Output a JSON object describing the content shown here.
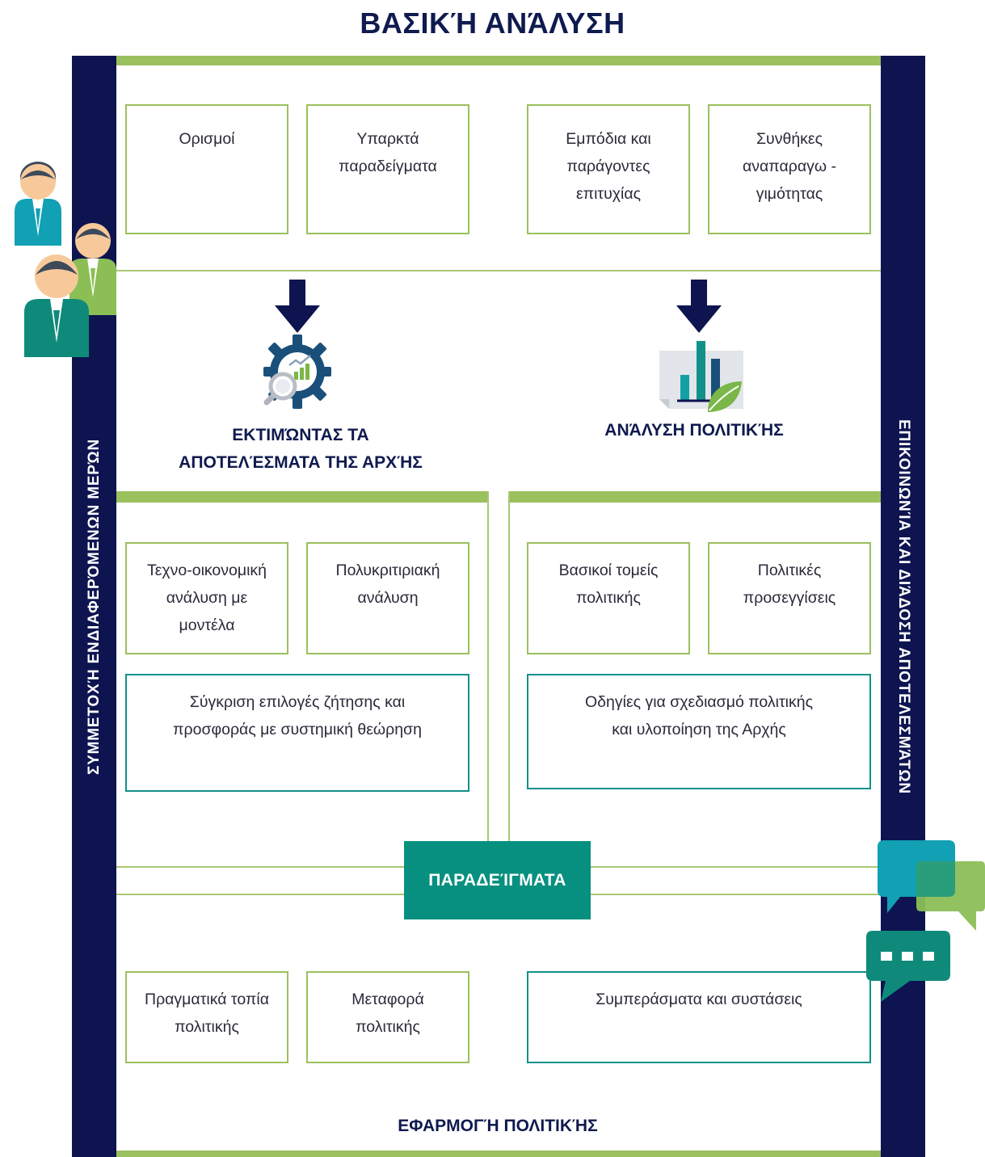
{
  "title": "ΒΑΣΙΚΉ ΑΝΆΛΥΣΗ",
  "left_bar_label": "ΣΥΜΜΕΤΟΧΉ ΕΝΔΙΑΦΕΡΌΜΕΝΩΝ ΜΕΡΏΝ",
  "right_bar_label": "ΕΠΙΚΟΙΝΩΝΊΑ ΚΑΙ ΔΙΆΔΟΣΗ ΑΠΟΤΕΛΕΣΜΆΤΩΝ",
  "top_boxes": [
    "Ορισμοί",
    "Υπαρκτά\nπαραδείγματα",
    "Εμπόδια και\nπαράγοντες\nεπιτυχίας",
    "Συνθήκες\nαναπαραγω -\nγιμότητας"
  ],
  "left_section": {
    "heading": "ΕΚΤΙΜΏΝΤΑΣ ΤΑ\nΑΠΟΤΕΛΈΣΜΑΤΑ ΤΗΣ ΑΡΧΉΣ",
    "boxes": [
      "Τεχνο-οικονομική\nανάλυση με\nμοντέλα",
      "Πολυκριτιριακή\nανάλυση"
    ],
    "wide_box": "Σύγκριση επιλογές ζήτησης και\nπροσφοράς με συστημική θεώρηση"
  },
  "right_section": {
    "heading": "ΑΝΆΛΥΣΗ ΠΟΛΙΤΙΚΉΣ",
    "boxes": [
      "Βασικοί τομείς\nπολιτικής",
      "Πολιτικές\nπροσεγγίσεις"
    ],
    "wide_box": "Οδηγίες για σχεδιασμό πολιτικής\nκαι υλοποίηση της Αρχής"
  },
  "examples_label": "ΠΑΡΑΔΕΊΓΜΑΤΑ",
  "bottom_boxes": [
    "Πραγματικά τοπία\nπολιτικής",
    "Μεταφορά\nπολιτικής"
  ],
  "bottom_wide_box": "Συμπεράσματα και συστάσεις",
  "footer_title": "ΕΦΑΡΜΟΓΉ ΠΟΛΙΤΙΚΉΣ",
  "icons": {
    "people": "stakeholders-people-icon",
    "gear": "gear-magnifier-chart-icon",
    "policy_chart": "bar-chart-leaf-icon",
    "chat": "chat-bubbles-icon",
    "arrow": "down-arrow-icon"
  },
  "colors": {
    "navy": "#0d1450",
    "green": "#9bc05e",
    "teal": "#12918a",
    "examples_fill": "#07907f"
  }
}
